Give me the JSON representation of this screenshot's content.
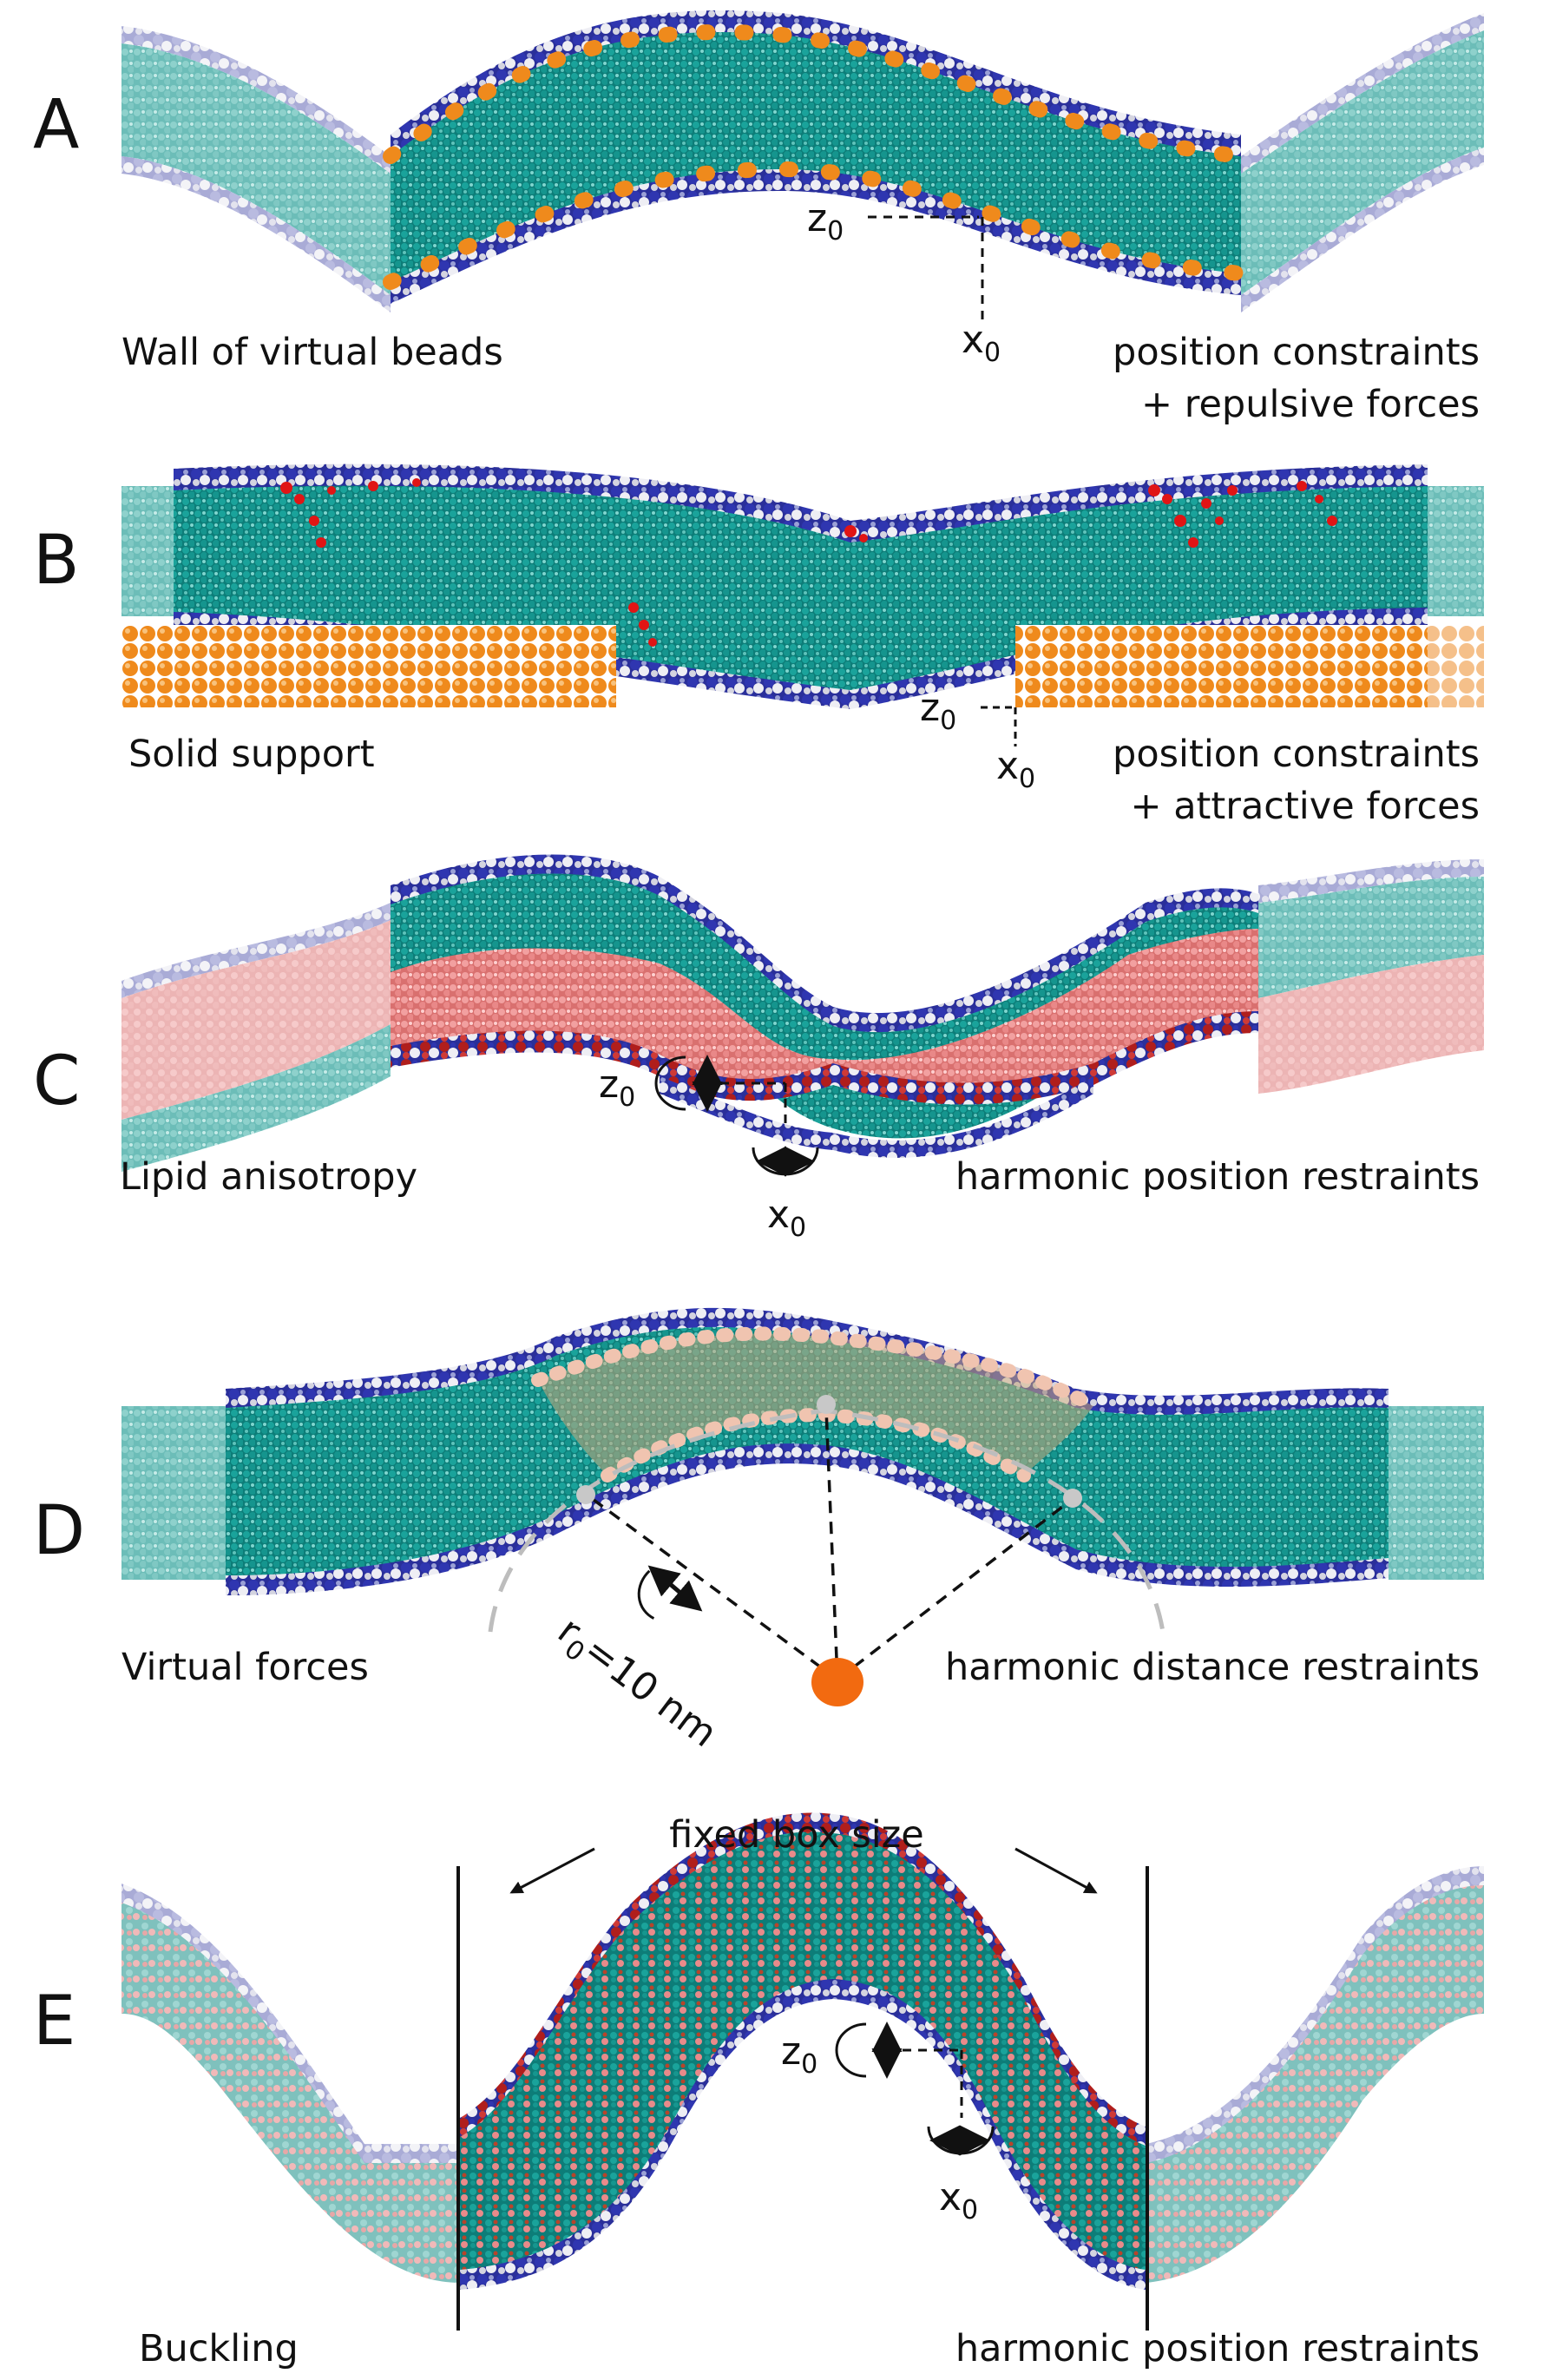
{
  "panels": [
    {
      "id": "A",
      "letter": "A",
      "left_caption": "Wall of virtual beads",
      "right_caption_1": "position constraints",
      "right_caption_2": "+ repulsive forces",
      "z_label": "z",
      "x_label": "x",
      "subscript": "0"
    },
    {
      "id": "B",
      "letter": "B",
      "left_caption": "Solid support",
      "right_caption_1": "position constraints",
      "right_caption_2": "+ attractive forces",
      "z_label": "z",
      "x_label": "x",
      "subscript": "0"
    },
    {
      "id": "C",
      "letter": "C",
      "left_caption": "Lipid anisotropy",
      "right_caption_1": "harmonic position restraints",
      "z_label": "z",
      "x_label": "x",
      "subscript": "0"
    },
    {
      "id": "D",
      "letter": "D",
      "left_caption": "Virtual forces",
      "right_caption_1": "harmonic distance restraints",
      "r_label": "r",
      "r_value": "=10 nm",
      "subscript": "0"
    },
    {
      "id": "E",
      "letter": "E",
      "left_caption": "Buckling",
      "right_caption_1": "harmonic position restraints",
      "top_label": "fixed box size",
      "z_label": "z",
      "x_label": "x",
      "subscript": "0"
    }
  ],
  "colors": {
    "tail": "#0e8f8a",
    "tail_light": "#7cc9c4",
    "head_blue": "#2a2f9a",
    "head_white": "#e6e6ee",
    "virtual_bead": "#ef8a1c",
    "restraint_red": "#e01515",
    "leaflet_pink": "#e98a8a",
    "dark_red": "#a8201e",
    "overlay_tan": "#c9a77a",
    "anchor_orange": "#f26a10",
    "restraint_grey": "#bdbdbd"
  }
}
